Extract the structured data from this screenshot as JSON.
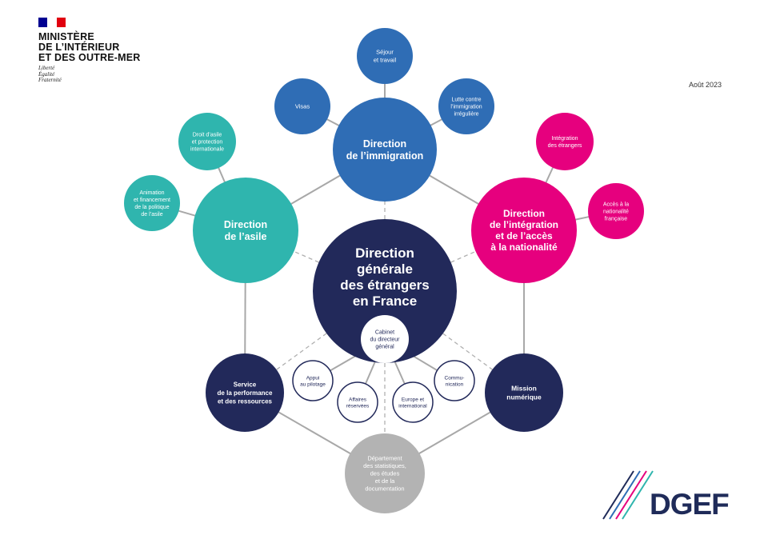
{
  "header": {
    "ministry_lines": [
      "MINISTÈRE",
      "DE L’INTÉRIEUR",
      "ET DES OUTRE-MER"
    ],
    "motto_lines": [
      "Liberté",
      "Égalité",
      "Fraternité"
    ],
    "date": "Août 2023"
  },
  "colors": {
    "flag_blue": "#000091",
    "flag_red": "#e1000f",
    "navy": "#22295a",
    "blue": "#2f6db5",
    "teal": "#2fb5ae",
    "magenta": "#e6007e",
    "grey": "#b3b3b3",
    "line": "#9a9a9a"
  },
  "nodes": [
    {
      "id": "dgef",
      "lines": [
        "Direction",
        "générale",
        "des étrangers",
        "en France"
      ],
      "color": "navy"
    },
    {
      "id": "cabinet",
      "lines": [
        "Cabinet",
        "du directeur",
        "général"
      ],
      "color": "white"
    },
    {
      "id": "immigration",
      "lines": [
        "Direction",
        "de l’immigration"
      ],
      "color": "blue"
    },
    {
      "id": "sejour",
      "lines": [
        "Séjour",
        "et travail"
      ],
      "color": "blue"
    },
    {
      "id": "visas",
      "lines": [
        "Visas"
      ],
      "color": "blue"
    },
    {
      "id": "lutte",
      "lines": [
        "Lutte contre",
        "l’immigration",
        "irrégulière"
      ],
      "color": "blue"
    },
    {
      "id": "asile",
      "lines": [
        "Direction",
        "de l’asile"
      ],
      "color": "teal"
    },
    {
      "id": "droit-asile",
      "lines": [
        "Droit d’asile",
        "et protection",
        "internationale"
      ],
      "color": "teal"
    },
    {
      "id": "animation",
      "lines": [
        "Animation",
        "et financement",
        "de la politique",
        "de l’asile"
      ],
      "color": "teal"
    },
    {
      "id": "integration",
      "lines": [
        "Direction",
        "de l’intégration",
        "et de l’accès",
        "à la nationalité"
      ],
      "color": "magenta"
    },
    {
      "id": "integration-etrangers",
      "lines": [
        "Intégration",
        "des étrangers"
      ],
      "color": "magenta"
    },
    {
      "id": "acces-nationalite",
      "lines": [
        "Accès à la",
        "nationalité",
        "française"
      ],
      "color": "magenta"
    },
    {
      "id": "performance",
      "lines": [
        "Service",
        "de la performance",
        "et des ressources"
      ],
      "color": "navy"
    },
    {
      "id": "numerique",
      "lines": [
        "Mission",
        "numérique"
      ],
      "color": "navy"
    },
    {
      "id": "statistiques",
      "lines": [
        "Département",
        "des statistiques,",
        "des études",
        "et de la",
        "documentation"
      ],
      "color": "grey"
    },
    {
      "id": "appui",
      "lines": [
        "Appui",
        "au pilotage"
      ],
      "color": "outline"
    },
    {
      "id": "affaires",
      "lines": [
        "Affaires",
        "réservées"
      ],
      "color": "outline"
    },
    {
      "id": "europe",
      "lines": [
        "Europe et",
        "international"
      ],
      "color": "outline"
    },
    {
      "id": "communication",
      "lines": [
        "Commu-",
        "nication"
      ],
      "color": "outline"
    }
  ],
  "brand": {
    "name": "DGEF"
  }
}
